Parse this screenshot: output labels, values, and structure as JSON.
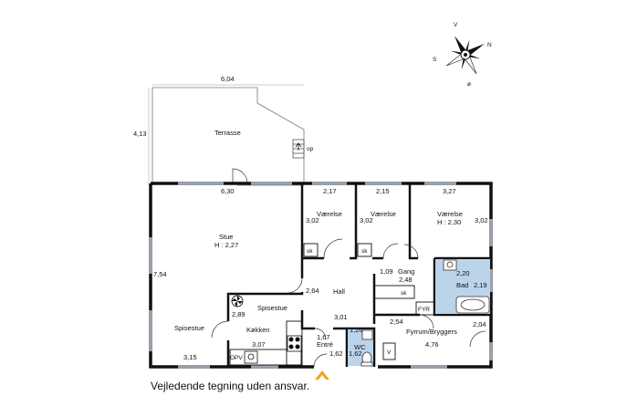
{
  "terrace": {
    "name": "Terrasse",
    "width": "6,04",
    "depth": "4,13",
    "step_label": "op"
  },
  "rooms": {
    "stue": {
      "name": "Stue",
      "height": "H : 2,27",
      "dim_top": "6,30",
      "dim_side": "7,54"
    },
    "spisestue_left": {
      "name": "Spisestue",
      "dim_bottom": "3,15"
    },
    "spisestue_kitchen": {
      "name": "Spisestue",
      "dim": "2,89"
    },
    "koekken": {
      "name": "Køkken",
      "dim": "3,07",
      "opv": "OPV"
    },
    "vaerelse1": {
      "name": "Værelse",
      "dim_top": "2,17",
      "dim_side": "3,02",
      "sk": "sk"
    },
    "vaerelse2": {
      "name": "Værelse",
      "dim_top": "2,15",
      "dim_side": "3,02",
      "sk": "sk"
    },
    "vaerelse3": {
      "name": "Værelse",
      "height": "H : 2,30",
      "dim_top": "3,27",
      "dim_side": "3,02"
    },
    "hall": {
      "name": "Hall",
      "dim_side": "2,64",
      "dim_bottom": "3,01"
    },
    "gang": {
      "name": "Gang",
      "dim": "2,48",
      "dim_side": "1,09",
      "sk": "sk"
    },
    "bad": {
      "name": "Bad",
      "dim_top": "2,20",
      "dim_side": "2,19"
    },
    "fyr": {
      "name": "FYR"
    },
    "entre": {
      "name": "Entré",
      "dim_top": "1,67",
      "dim_side": "1,62"
    },
    "wc": {
      "name": "WC",
      "dim_top": "1,26",
      "dim_side": "1,62"
    },
    "fyrrum": {
      "name": "Fyrrum/Bryggers",
      "dim": "4,76",
      "dim_side": "2,54",
      "dim_right": "2,04",
      "v": "V"
    }
  },
  "compass": {
    "n": "N",
    "s": "S",
    "v": "V",
    "o": "ø"
  },
  "disclaimer": "Vejledende tegning uden ansvar.",
  "colors": {
    "wall": "#111111",
    "window": "#9aa3ad",
    "bath": "#bcd4ea",
    "accent": "#f2a51c"
  }
}
